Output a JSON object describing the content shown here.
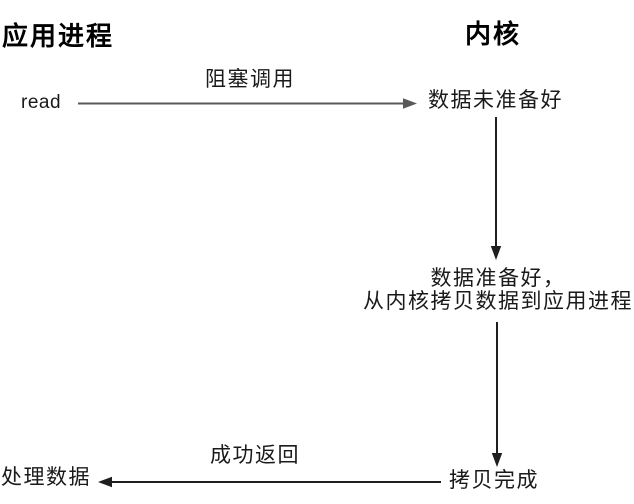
{
  "diagram": {
    "headers": {
      "left": "应用进程",
      "right": "内核"
    },
    "nodes": {
      "read": "read",
      "data_not_ready": "数据未准备好",
      "data_ready_line1": "数据准备好，",
      "data_ready_line2": "从内核拷贝数据到应用进程",
      "copy_done": "拷贝完成",
      "process_data": "处理数据"
    },
    "edge_labels": {
      "blocking_call": "阻塞调用",
      "success_return": "成功返回"
    },
    "colors": {
      "background": "#ffffff",
      "text": "#1a1a1a",
      "header_text": "#000000",
      "arrow_gray": "#595959",
      "arrow_black": "#1f1f1f"
    }
  }
}
